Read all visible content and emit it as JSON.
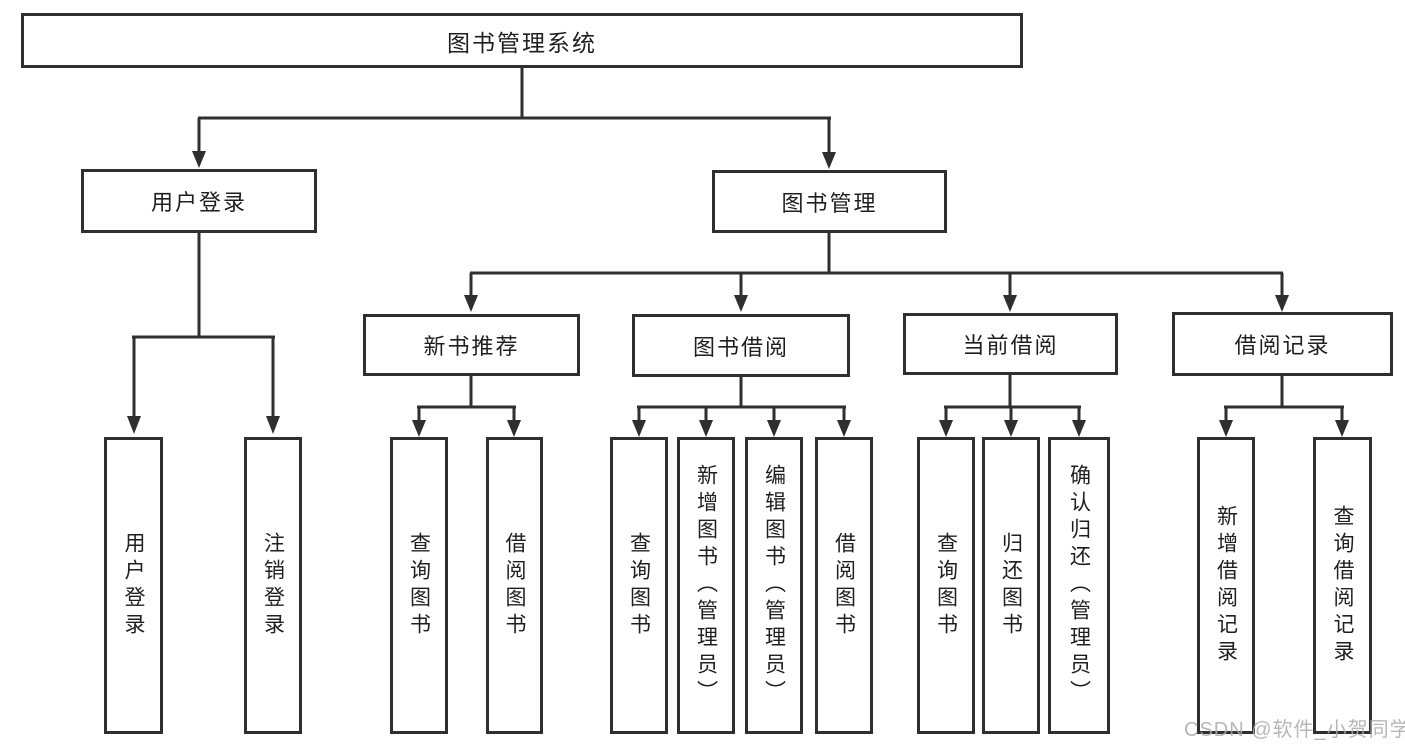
{
  "diagram": {
    "root": {
      "label": "图书管理系统"
    },
    "user_login": {
      "label": "用户登录",
      "children": [
        {
          "label": "用户登录"
        },
        {
          "label": "注销登录"
        }
      ]
    },
    "book_management": {
      "label": "图书管理",
      "sections": [
        {
          "label": "新书推荐",
          "children": [
            {
              "label": "查询图书"
            },
            {
              "label": "借阅图书"
            }
          ]
        },
        {
          "label": "图书借阅",
          "children": [
            {
              "label": "查询图书"
            },
            {
              "label": "新增图书（管理员）"
            },
            {
              "label": "编辑图书（管理员）"
            },
            {
              "label": "借阅图书"
            }
          ]
        },
        {
          "label": "当前借阅",
          "children": [
            {
              "label": "查询图书"
            },
            {
              "label": "归还图书"
            },
            {
              "label": "确认归还（管理员）"
            }
          ]
        },
        {
          "label": "借阅记录",
          "children": [
            {
              "label": "新增借阅记录"
            },
            {
              "label": "查询借阅记录"
            }
          ]
        }
      ]
    },
    "watermark": {
      "text": "CSDN @软件_小贺同学"
    },
    "colors": {
      "line": "#2f2f2f",
      "box_border": "#2f2f2f",
      "text": "#1f1f1f",
      "watermark": "#ababab",
      "background": "#ffffff"
    }
  }
}
